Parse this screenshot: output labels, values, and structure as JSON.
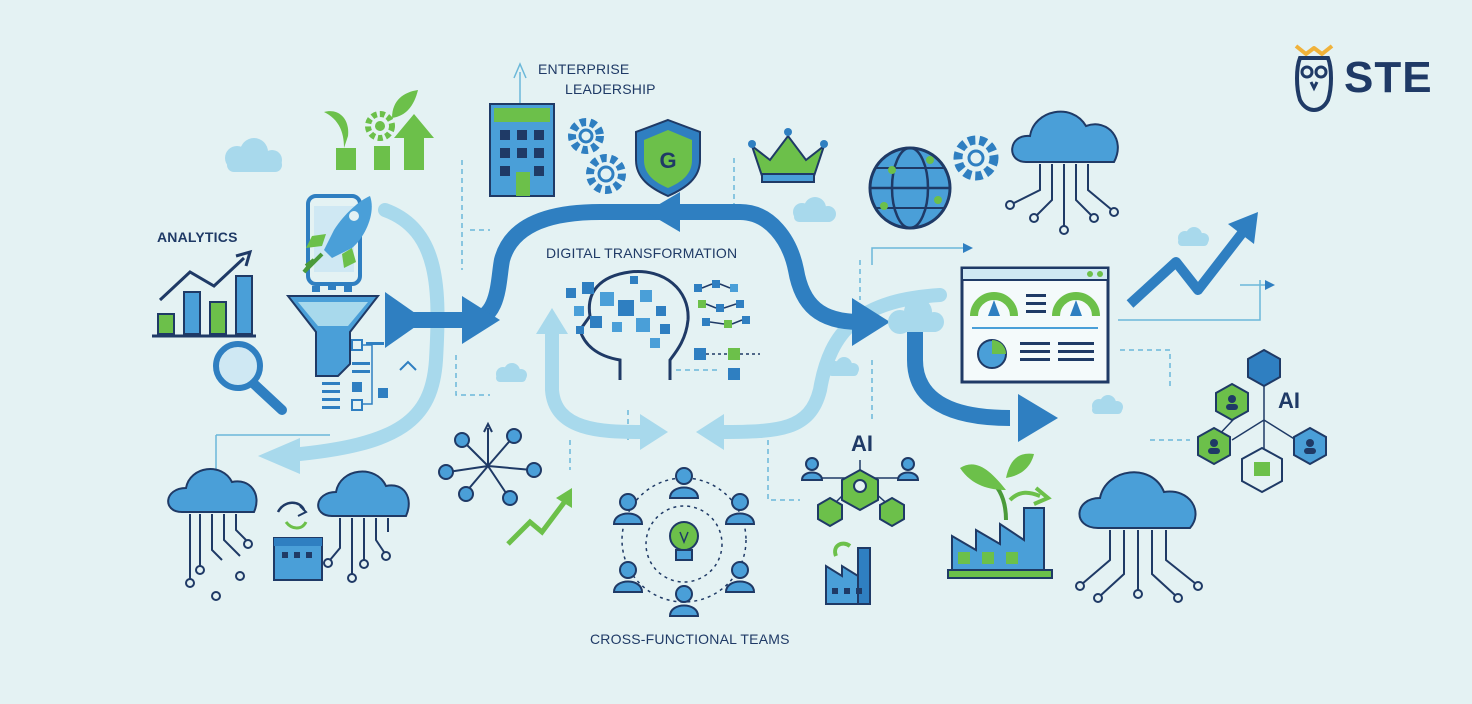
{
  "labels": {
    "enterprise": "ENTERPRISE",
    "leadership": "LEADERSHIP",
    "analytics": "ANALYTICS",
    "digital_transformation": "DIGITAL TRANSFORMATION",
    "cross_functional_teams": "CROSS-FUNCTIONAL TEAMS",
    "ai_center": "AI",
    "ai_right": "AI",
    "shield_letter": "G"
  },
  "logo": {
    "text": "STE"
  },
  "colors": {
    "background": "#e4f2f3",
    "navy": "#1f3a66",
    "blue": "#2f7fc1",
    "mid_blue": "#4a9fd8",
    "light_blue": "#a8d9ec",
    "green": "#6cc04a",
    "dark_green": "#4a9a3a",
    "accent_gold": "#f0b23a"
  },
  "icons": [
    "rocket-phone-icon",
    "funnel-icon",
    "bar-chart-icon",
    "magnifier-icon",
    "plant-gear-growth-icon",
    "building-icon",
    "gears-icon",
    "shield-icon",
    "crown-icon",
    "brain-network-icon",
    "globe-icon",
    "cloud-network-icon",
    "dashboard-icon",
    "trend-arrow-icon",
    "hexagon-ai-network-icon",
    "team-network-icon",
    "lightbulb-icon",
    "factory-icon",
    "factory-sprout-icon",
    "server-icon",
    "network-hub-icon",
    "owl-logo-icon"
  ]
}
